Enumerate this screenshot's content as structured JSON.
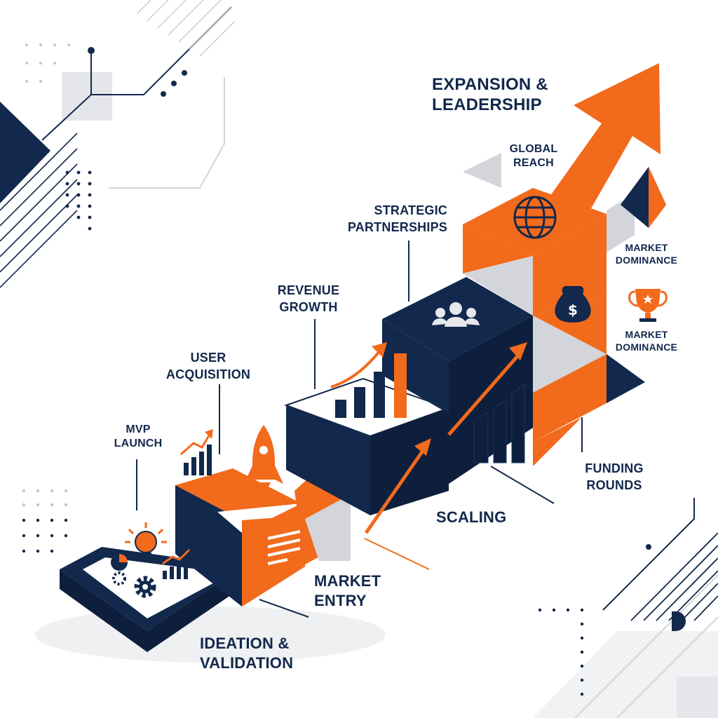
{
  "colors": {
    "navy": "#12284c",
    "orange": "#f26a1b",
    "gray": "#d3d5da",
    "light_gray": "#eceef1"
  },
  "icons": [
    "rocket-icon",
    "lightbulb-icon",
    "gear-icon",
    "pie-chart-icon",
    "trend-chart-icon",
    "bar-chart-icon",
    "document-icon",
    "users-icon",
    "globe-icon",
    "money-bag-icon",
    "trophy-icon",
    "growth-arrow-icon"
  ],
  "labels": {
    "expansion": "EXPANSION &\nLEADERSHIP",
    "global_reach": "GLOBAL\nREACH",
    "strategic_partnerships": "STRATEGIC\nPARTNERSHIPS",
    "market_dominance_1": "MARKET\nDOMINANCE",
    "market_dominance_2": "MARKET\nDOMINANCE",
    "revenue_growth": "REVENUE\nGROWTH",
    "user_acquisition": "USER\nACQUISITION",
    "mvp_launch": "MVP\nLAUNCH",
    "funding_rounds": "FUNDING\nROUNDS",
    "scaling": "SCALING",
    "market_entry": "MARKET\nENTRY",
    "ideation": "IDEATION &\nVALIDATION"
  }
}
